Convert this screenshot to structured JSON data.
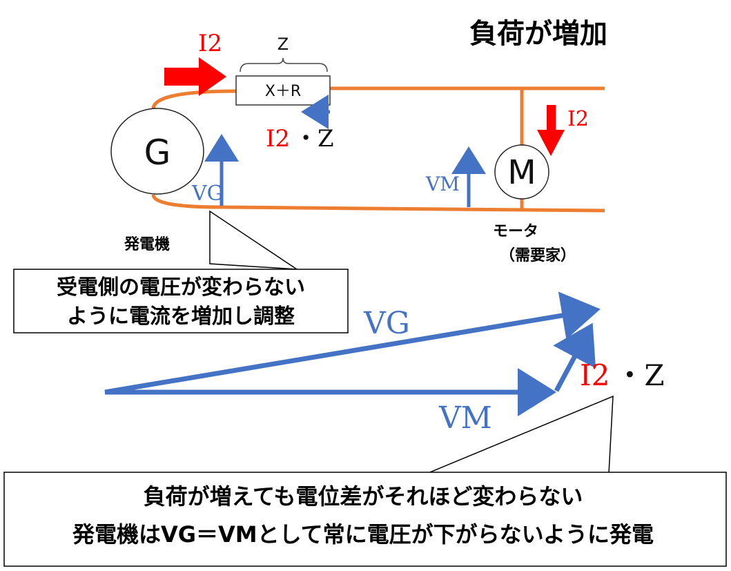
{
  "title": "負荷が増加",
  "labels": {
    "current_top": "I2",
    "current_right": "I2",
    "impedance_z": "Z",
    "impedance_box": "X＋R",
    "drop_top": "I2・Z",
    "drop_vector": "I2・Z",
    "generator": "G",
    "motor": "M",
    "vg_small": "VG",
    "vm_small": "VM",
    "vg_vector": "VG",
    "vm_vector": "VM",
    "generator_caption": "発電機",
    "motor_caption_line1": "モータ",
    "motor_caption_line2": "（需要家）"
  },
  "callout_top": {
    "line1": "受電側の電圧が変わらない",
    "line2": "ように電流を増加し調整"
  },
  "callout_bottom": {
    "line1": "負荷が増えても電位差がそれほど変わらない",
    "line2": "発電機はVG＝VMとして常に電圧が下がらないように発電"
  },
  "colors": {
    "wire": "#ed7d31",
    "current_arrow": "#ff0000",
    "voltage_arrow": "#4472c4",
    "text": "#000000"
  }
}
